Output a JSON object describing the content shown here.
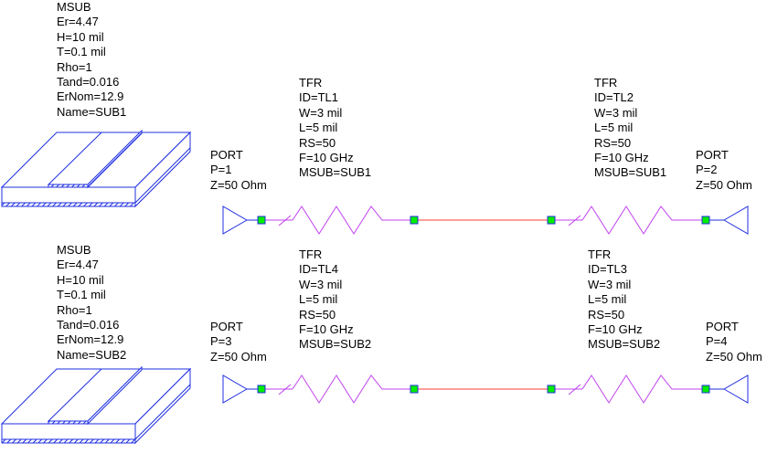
{
  "colors": {
    "substrate": "#1f2fe0",
    "element": "#c040f0",
    "wire": "#ff3b3b",
    "port": "#1f2fe0",
    "node_fill": "#00ee00",
    "node_stroke": "#1f2fe0"
  },
  "substrates": [
    {
      "lines": [
        "MSUB",
        "Er=4.47",
        "H=10 mil",
        "T=0.1 mil",
        "Rho=1",
        "Tand=0.016",
        "ErNom=12.9",
        "Name=SUB1"
      ]
    },
    {
      "lines": [
        "MSUB",
        "Er=4.47",
        "H=10 mil",
        "T=0.1 mil",
        "Rho=1",
        "Tand=0.016",
        "ErNom=12.9",
        "Name=SUB2"
      ]
    }
  ],
  "elements": [
    {
      "lines": [
        "TFR",
        "ID=TL1",
        "W=3 mil",
        "L=5 mil",
        "RS=50",
        "F=10 GHz",
        "MSUB=SUB1"
      ]
    },
    {
      "lines": [
        "TFR",
        "ID=TL2",
        "W=3 mil",
        "L=5 mil",
        "RS=50",
        "F=10 GHz",
        "MSUB=SUB1"
      ]
    },
    {
      "lines": [
        "TFR",
        "ID=TL4",
        "W=3 mil",
        "L=5 mil",
        "RS=50",
        "F=10 GHz",
        "MSUB=SUB2"
      ]
    },
    {
      "lines": [
        "TFR",
        "ID=TL3",
        "W=3 mil",
        "L=5 mil",
        "RS=50",
        "F=10 GHz",
        "MSUB=SUB2"
      ]
    }
  ],
  "ports": [
    {
      "lines": [
        "PORT",
        "P=1",
        "Z=50 Ohm"
      ]
    },
    {
      "lines": [
        "PORT",
        "P=2",
        "Z=50 Ohm"
      ]
    },
    {
      "lines": [
        "PORT",
        "P=3",
        "Z=50 Ohm"
      ]
    },
    {
      "lines": [
        "PORT",
        "P=4",
        "Z=50 Ohm"
      ]
    }
  ]
}
